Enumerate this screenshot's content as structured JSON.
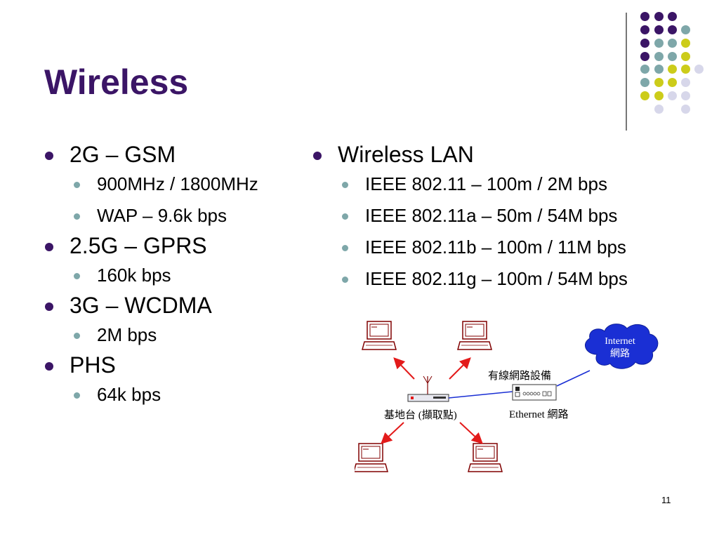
{
  "slide": {
    "title": "Wireless",
    "page_number": "11"
  },
  "left_column": [
    {
      "label": "2G – GSM",
      "items": [
        "900MHz / 1800MHz",
        "WAP – 9.6k bps"
      ]
    },
    {
      "label": "2.5G – GPRS",
      "items": [
        "160k bps"
      ]
    },
    {
      "label": "3G – WCDMA",
      "items": [
        "2M bps"
      ]
    },
    {
      "label": "PHS",
      "items": [
        "64k bps"
      ]
    }
  ],
  "right_column": {
    "label": "Wireless LAN",
    "items": [
      "IEEE 802.11 – 100m / 2M bps",
      "IEEE 802.11a – 50m / 54M bps",
      "IEEE 802.11b – 100m / 11M bps",
      "IEEE 802.11g – 100m / 54M bps"
    ]
  },
  "diagram": {
    "internet_label_en": "Internet",
    "internet_label_zh": "網路",
    "router_label": "有線網路設備",
    "base_station_label": "基地台 (擷取點)",
    "ethernet_label": "Ethernet 網路"
  },
  "colors": {
    "title": "#3b1566",
    "purple": "#3b1566",
    "teal": "#7ea7a9",
    "yellow": "#cccc1a",
    "lavender": "#d7d7ea",
    "arrow_red": "#e31a1a",
    "link_blue": "#1a2fd4",
    "laptop_maroon": "#800000"
  }
}
